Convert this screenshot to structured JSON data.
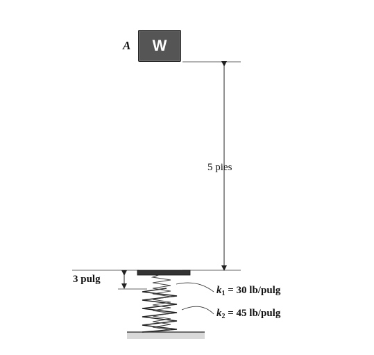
{
  "block": {
    "point_label": "A",
    "weight_label": "W"
  },
  "drop_height": {
    "label": "5 pies"
  },
  "gap": {
    "label": "3 pulg"
  },
  "springs": {
    "k1": {
      "symbol": "k",
      "subscript": "1",
      "value": "= 30 lb/pulg"
    },
    "k2": {
      "symbol": "k",
      "subscript": "2",
      "value": "= 45 lb/pulg"
    }
  },
  "colors": {
    "block_fill": "#555555",
    "ink": "#111111",
    "plate": "#333333",
    "ground": "#d8d8d8"
  }
}
